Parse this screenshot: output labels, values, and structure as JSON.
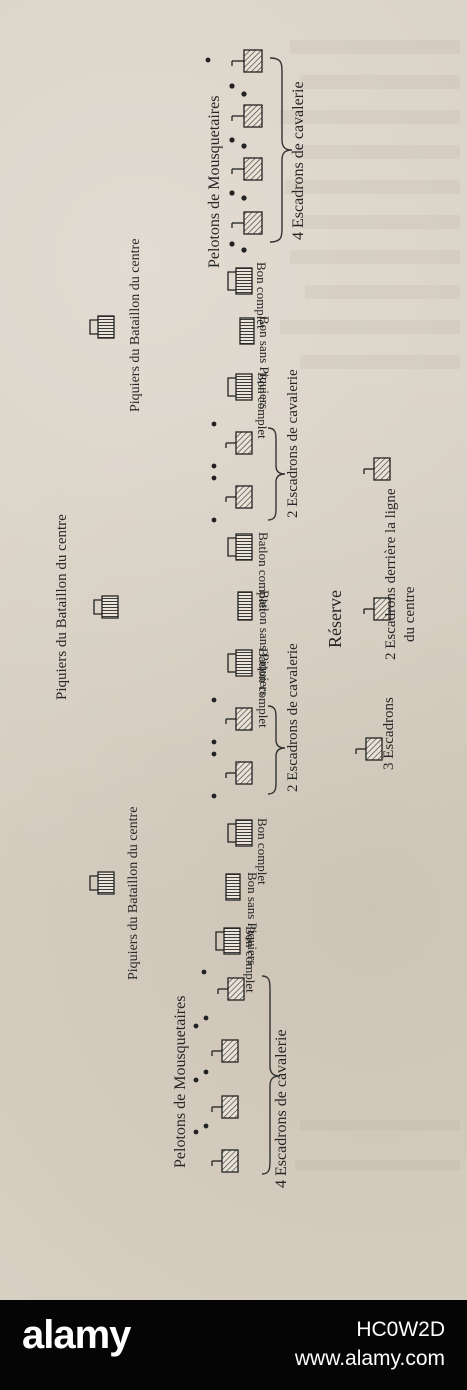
{
  "diagram": {
    "bataillon_complet": "Bon complet",
    "bataillon_sans_piquiers": "Bon sans Piquiers",
    "bataillon_complet_centre": "Batlon complet",
    "bataillon_sans_piquiers_centre": "Batlon sans Piquiers",
    "pelotons_mousquetaires": "Pelotons de Mousquetaires",
    "escadrons_4": "4 Escadrons de cavalerie",
    "escadrons_2": "2 Escadrons de cavalerie",
    "piquiers_centre": "Piquiers du Bataillon du centre",
    "piquiers_centre_mid": "Piquiers du Bataillon du centre",
    "reserve": "Réserve",
    "reserve_line_1": "2 Escadrons derrière la ligne",
    "reserve_line_2": "du centre",
    "reserve_3": "3 Escadrons"
  },
  "footer": {
    "logo": "alamy",
    "image_id": "HC0W2D",
    "url": "www.alamy.com"
  }
}
